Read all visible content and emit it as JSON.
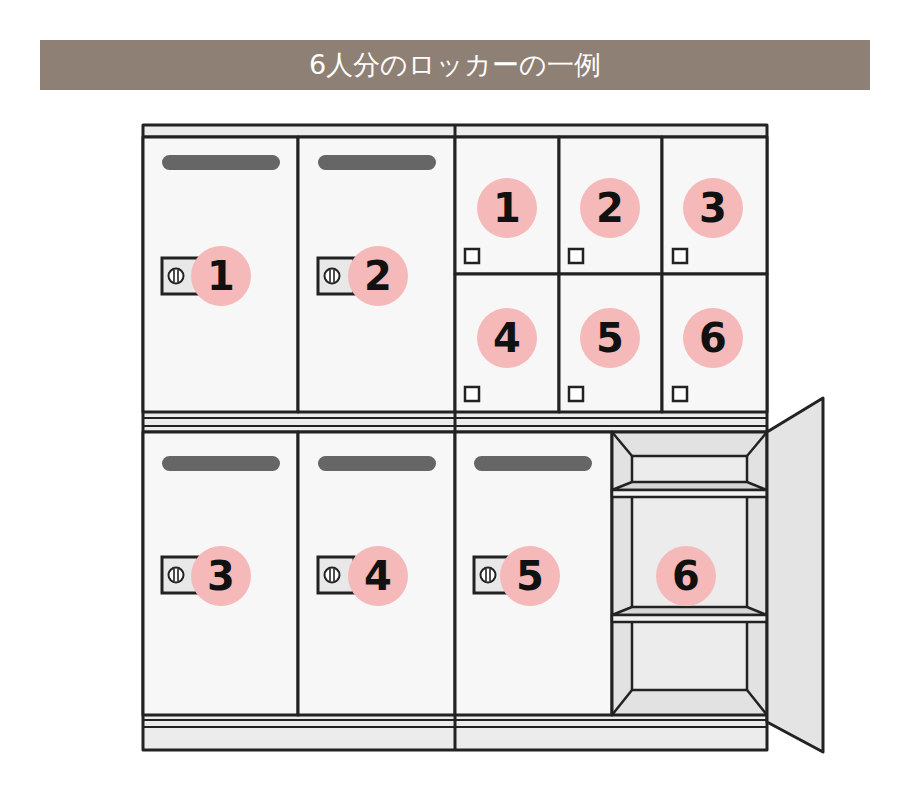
{
  "diagram": {
    "title": "6人分のロッカーの一例",
    "nodes": [
      {
        "text": [
          "1"
        ]
      },
      {
        "text": [
          "2"
        ]
      },
      {
        "text": [
          "1"
        ]
      },
      {
        "text": [
          "2"
        ]
      },
      {
        "text": [
          "3"
        ]
      },
      {
        "text": [
          "4"
        ]
      },
      {
        "text": [
          "5"
        ]
      },
      {
        "text": [
          "6"
        ]
      },
      {
        "text": [
          "3"
        ]
      },
      {
        "text": [
          "4"
        ]
      },
      {
        "text": [
          "5"
        ]
      },
      {
        "text": [
          "6"
        ]
      }
    ]
  }
}
